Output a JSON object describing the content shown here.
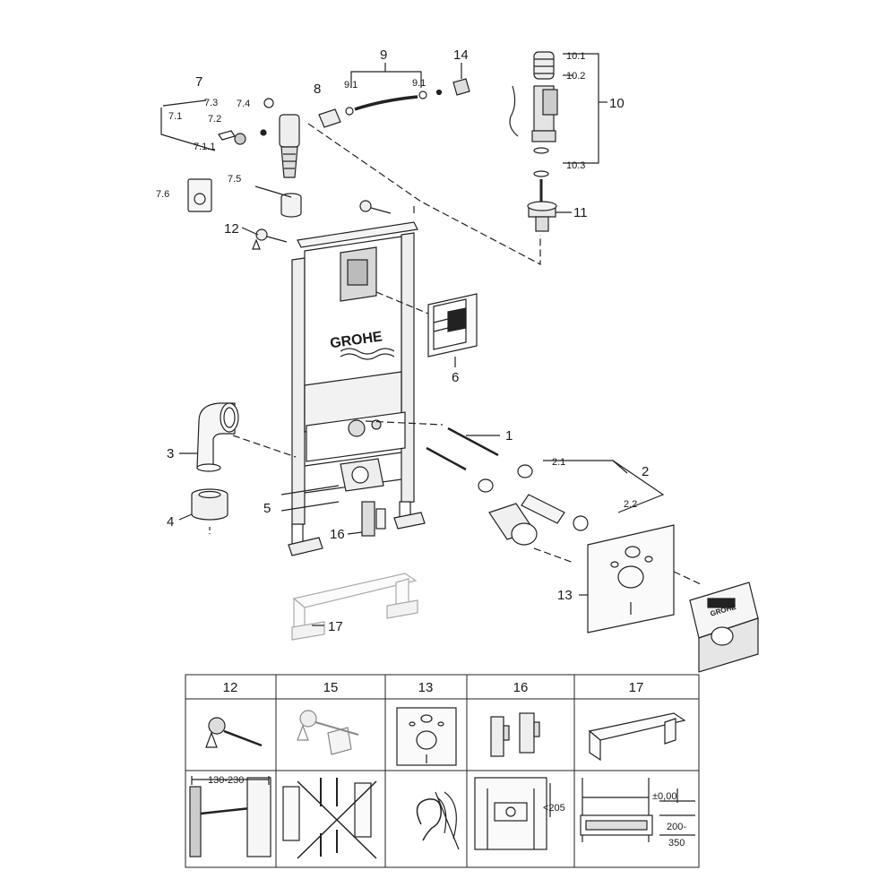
{
  "brand": {
    "logo_text": "GROHE",
    "box_logo_text": "GROHE"
  },
  "parts": {
    "p1": "1",
    "p2": "2",
    "p2_1": "2.1",
    "p2_2": "2.2",
    "p3": "3",
    "p4": "4",
    "p5": "5",
    "p6": "6",
    "p7": "7",
    "p7_1": "7.1",
    "p7_1_1": "7.1.1",
    "p7_2": "7.2",
    "p7_3": "7.3",
    "p7_4": "7.4",
    "p7_5": "7.5",
    "p7_6": "7.6",
    "p8": "8",
    "p9": "9",
    "p9_1a": "9.1",
    "p9_1b": "9.1",
    "p10": "10",
    "p10_1": "10.1",
    "p10_2": "10.2",
    "p10_3": "10.3",
    "p11": "11",
    "p12": "12",
    "p13": "13",
    "p14": "14",
    "p16": "16",
    "p17": "17"
  },
  "table": {
    "headers": [
      "12",
      "15",
      "13",
      "16",
      "17"
    ],
    "dimensions": {
      "anchor_range": "130-230",
      "frame_height": "<205",
      "level": "±0,00",
      "height_top": "200-",
      "height_bottom": "350"
    }
  }
}
